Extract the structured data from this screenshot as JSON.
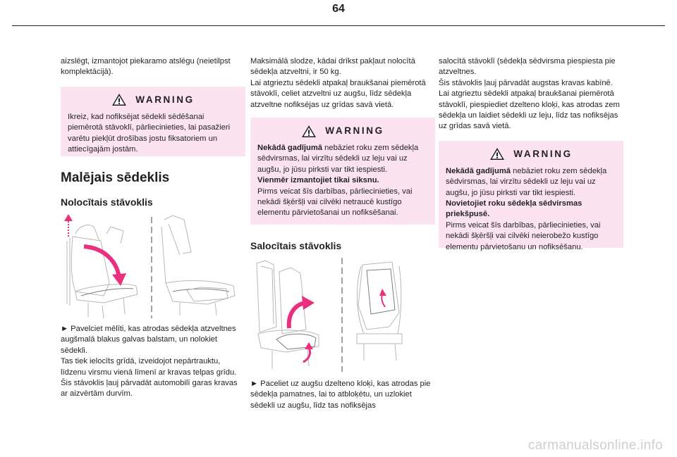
{
  "page": {
    "number": "64"
  },
  "col1": {
    "intro": "aizslēgt, izmantojot piekaramo atslēgu (neietilpst komplektācijā).",
    "warning": {
      "title": "WARNING",
      "text": "Ikreiz, kad nofiksējat sēdekli sēdēšanai piemērotā stāvoklī, pārliecinieties, lai pasažieri varētu piekļūt drošības jostu fiksatoriem un attiecīgajām jostām."
    },
    "heading": "Malējais sēdeklis",
    "subheading": "Nolocītais stāvoklis",
    "steps": [
      "► Pavelciet mēlīti, kas atrodas sēdekļa atzveltnes augšmalā blakus galvas balstam, un nolokiet sēdekli.",
      "Tas tiek ielocīts grīdā, izveidojot nepārtrauktu, līdzenu virsmu vienā līmenī ar kravas telpas grīdu.",
      "Šis stāvoklis ļauj pārvadāt automobilī garas kravas ar aizvērtām durvīm."
    ]
  },
  "col2": {
    "intro": [
      "Maksimālā slodze, kādai drīkst pakļaut nolocītā sēdekļa atzveltni, ir 50 kg.",
      "Lai atgrieztu sēdekli atpakaļ braukšanai piemērotā stāvoklī, celiet atzveltni uz augšu, līdz sēdekļa atzveltne nofiksējas uz grīdas savā vietā."
    ],
    "warning": {
      "title": "WARNING",
      "bold1": "Nekādā gadījumā",
      "text1": " nebāziet roku zem sēdekļa sēdvirsmas, lai virzītu sēdekli uz leju vai uz augšu, jo jūsu pirksti var tikt iespiesti.",
      "bold2": "Vienmēr izmantojiet tikai siksnu.",
      "text2": "Pirms veicat šīs darbības, pārliecinieties, vai nekādi šķēršļi vai cilvēki netraucē kustīgo elementu pārvietošanai un nofiksēšanai."
    },
    "subheading": "Salocītais stāvoklis",
    "step": "► Paceliet uz augšu dzelteno kloķi, kas atrodas pie sēdekļa pamatnes, lai to atbloķētu, un uzlokiet sēdekli uz augšu, līdz tas nofiksējas"
  },
  "col3": {
    "intro": [
      "salocītā stāvoklī (sēdekļa sēdvirsma piespiesta pie atzveltnes.",
      "Šis stāvoklis ļauj pārvadāt augstas kravas kabīnē.",
      "Lai atgrieztu sēdekli atpakaļ braukšanai piemērotā stāvoklī, piespiediet dzelteno kloķi, kas atrodas zem sēdekļa un laidiet sēdekli uz leju, līdz tas nofiksējas uz grīdas savā vietā."
    ],
    "warning": {
      "title": "WARNING",
      "bold1": "Nekādā gadījumā",
      "text1": " nebāziet roku zem sēdekļa sēdvirsmas, lai virzītu sēdekli uz leju vai uz augšu, jo jūsu pirksti var tikt iespiesti.",
      "bold2": "Novietojiet roku sēdekļa sēdvirsmas priekšpusē.",
      "text2": "Pirms veicat šīs darbības, pārliecinieties, vai nekādi šķēršļi vai cilvēki neierobežo kustīgo elementu pārvietošanu un nofiksēšanu."
    }
  },
  "colors": {
    "warning_bg": "#fbe4ef",
    "arrow_pink": "#e8307f",
    "text": "#231f20"
  },
  "watermark": "carmanualsonline.info"
}
